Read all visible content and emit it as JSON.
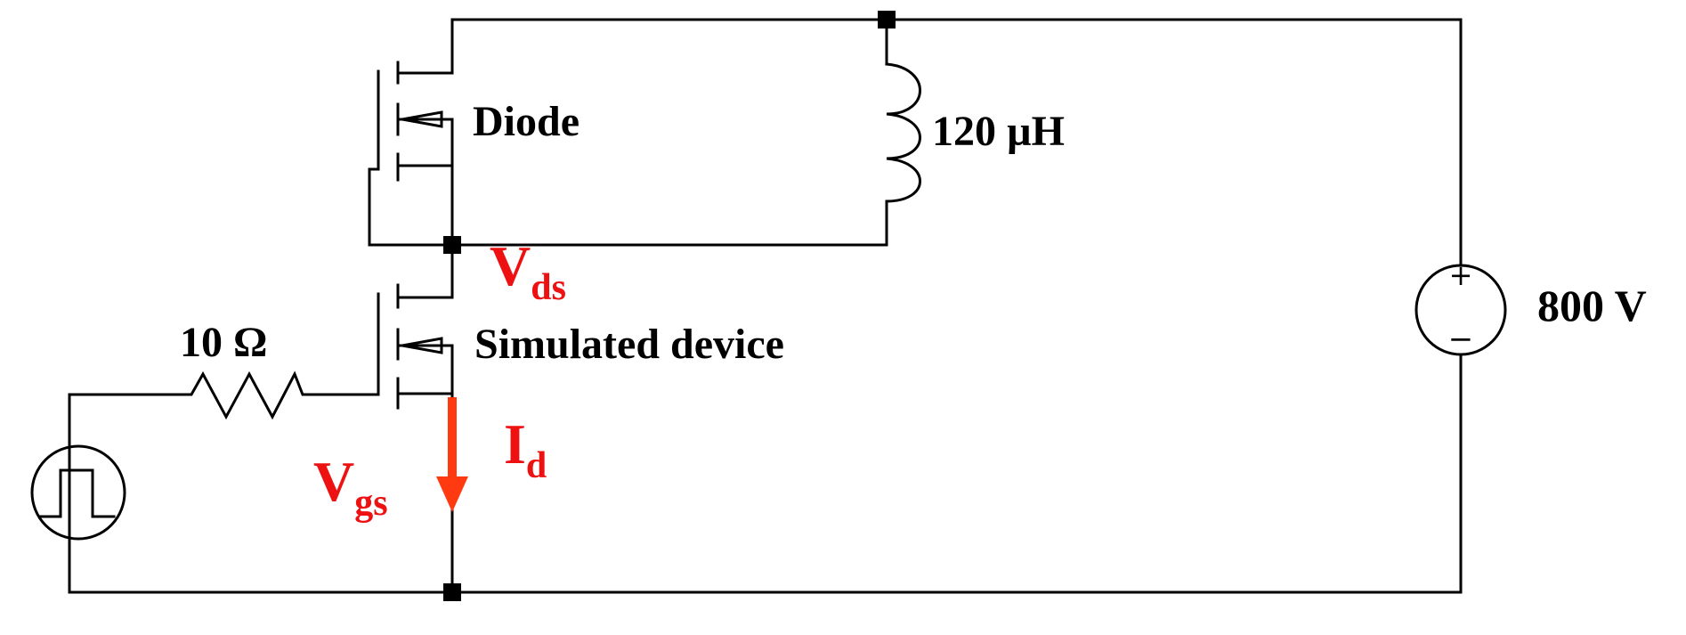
{
  "labels": {
    "diode": "Diode",
    "inductance": "120 µH",
    "resistance": "10 Ω",
    "source_voltage": "800 V",
    "device": "Simulated device",
    "vds_main": "V",
    "vds_sub": "ds",
    "id_main": "I",
    "id_sub": "d",
    "vgs_main": "V",
    "vgs_sub": "gs",
    "plus": "+",
    "minus": "−"
  },
  "colors": {
    "wire": "#000000",
    "annotation": "#ee1111",
    "current_arrow": "#ff3a10"
  }
}
